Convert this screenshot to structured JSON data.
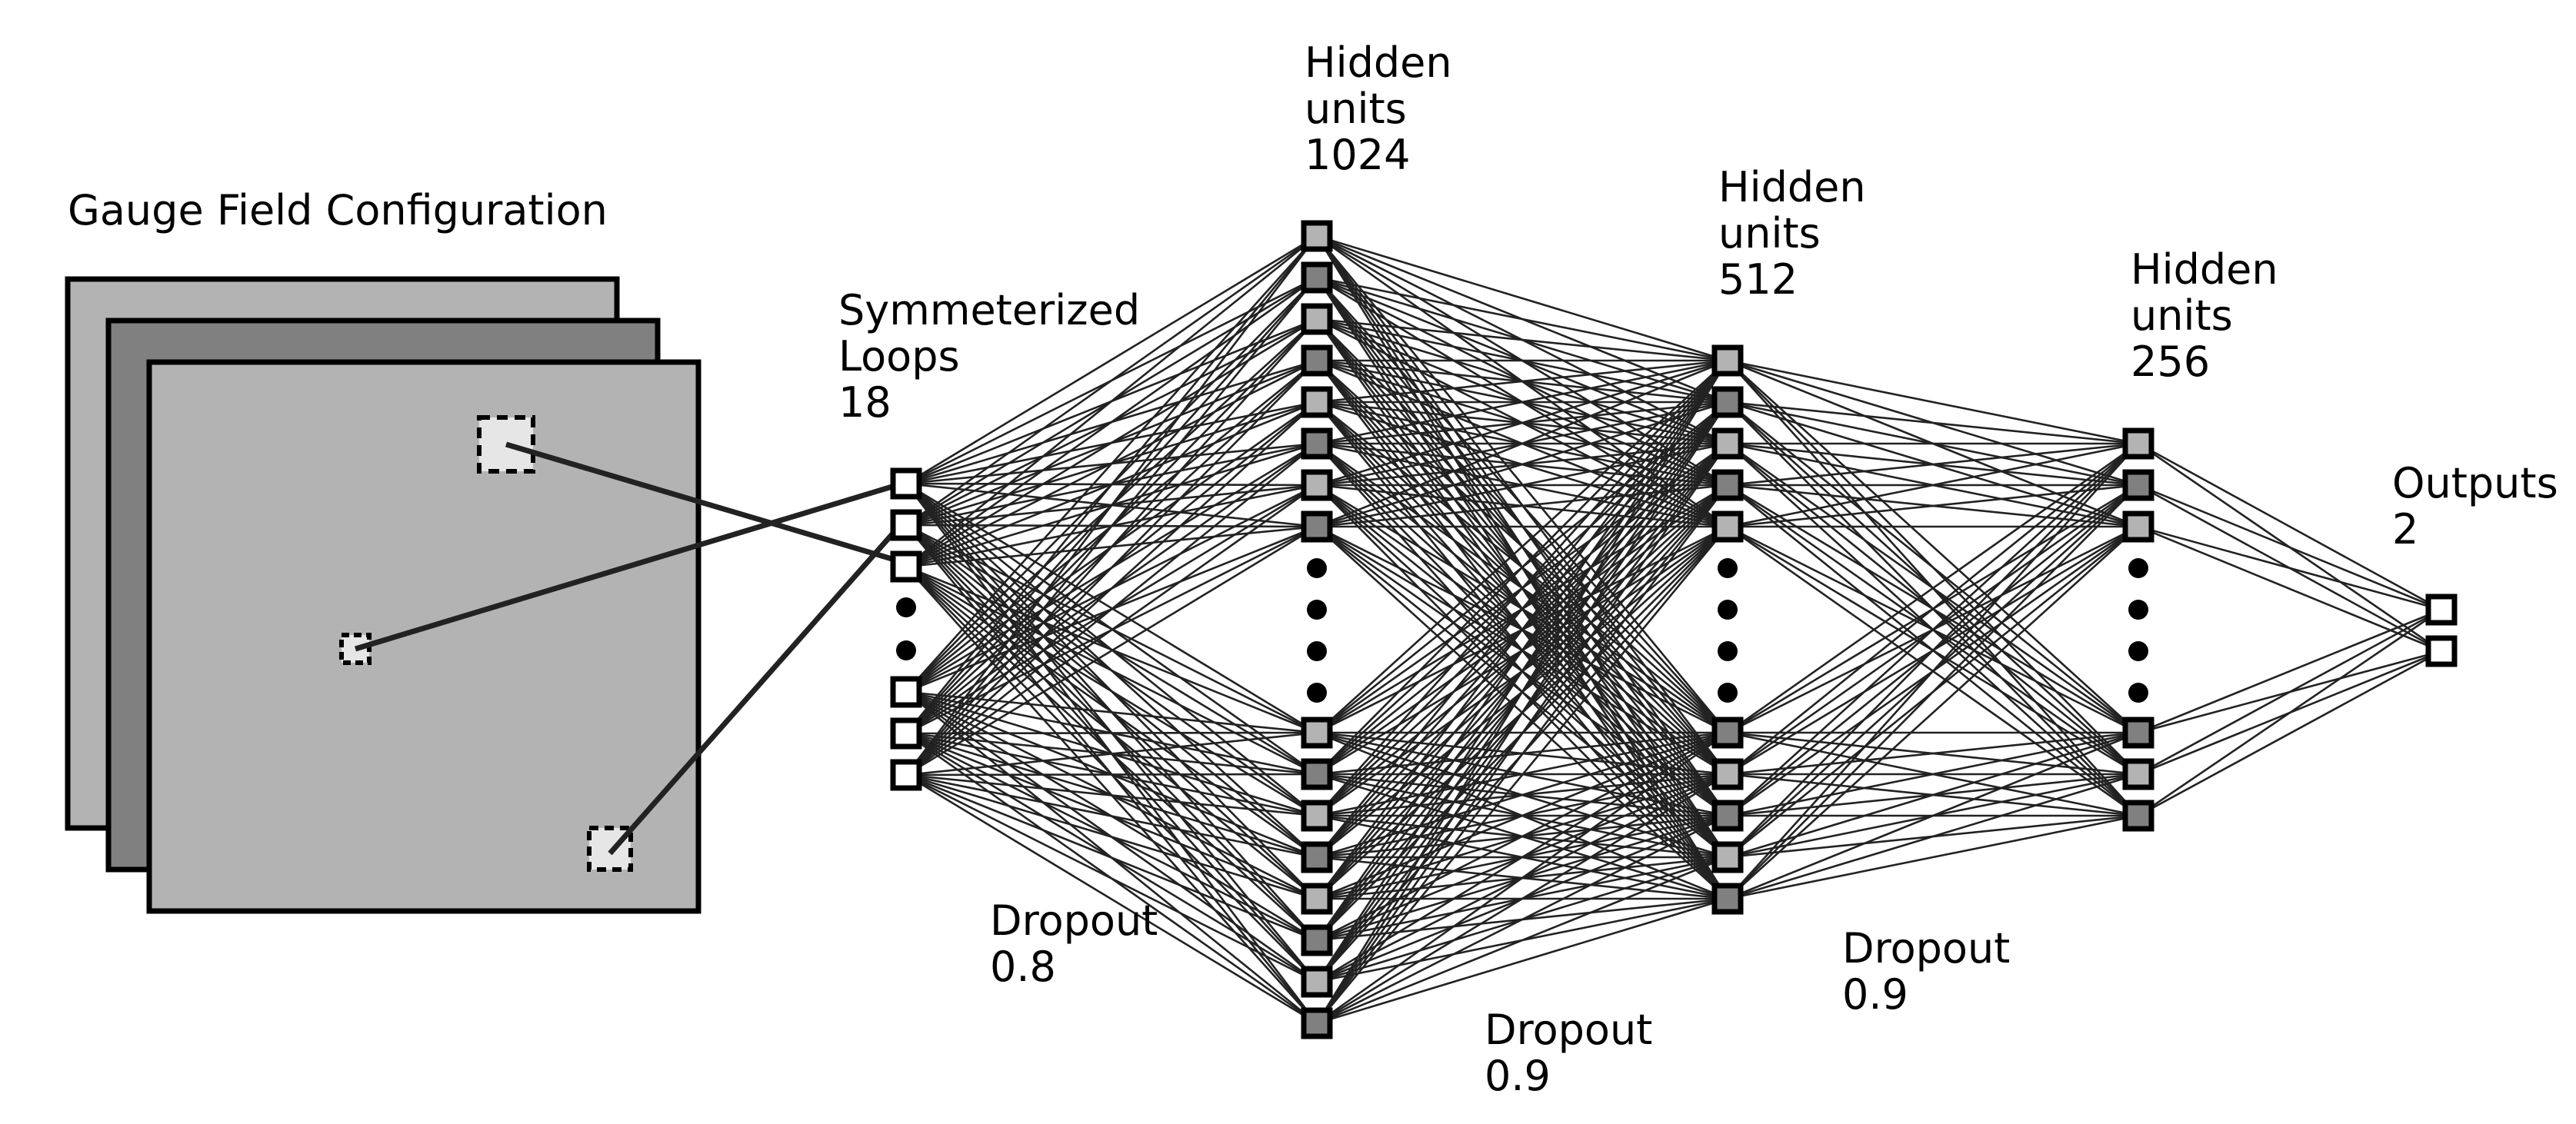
{
  "input": {
    "title": "Gauge Field Configuration",
    "colors": {
      "sheet_back": "#b3b3b3",
      "sheet_middle": "#808080",
      "sheet_front": "#b3b3b3",
      "loop_patch": "#e6e6e6"
    }
  },
  "layers": [
    {
      "id": "loops",
      "label_lines": [
        "Symmeterized",
        "Loops",
        "18"
      ],
      "value": 18,
      "node_colors": [
        "#ffffff"
      ]
    },
    {
      "id": "h1",
      "label_lines": [
        "Hidden",
        "units",
        "1024"
      ],
      "value": 1024,
      "node_colors": [
        "#b3b3b3",
        "#808080"
      ]
    },
    {
      "id": "h2",
      "label_lines": [
        "Hidden",
        "units",
        "512"
      ],
      "value": 512,
      "node_colors": [
        "#b3b3b3",
        "#808080"
      ]
    },
    {
      "id": "h3",
      "label_lines": [
        "Hidden",
        "units",
        "256"
      ],
      "value": 256,
      "node_colors": [
        "#b3b3b3",
        "#808080"
      ]
    },
    {
      "id": "out",
      "label_lines": [
        "Outputs",
        "2"
      ],
      "value": 2,
      "node_colors": [
        "#ffffff"
      ]
    }
  ],
  "dropouts": [
    {
      "between": "loops-h1",
      "lines": [
        "Dropout",
        "0.8"
      ],
      "value": 0.8
    },
    {
      "between": "h1-h2",
      "lines": [
        "Dropout",
        "0.9"
      ],
      "value": 0.9
    },
    {
      "between": "h2-h3",
      "lines": [
        "Dropout",
        "0.9"
      ],
      "value": 0.9
    }
  ],
  "colors": {
    "edge": "#222222",
    "node_stroke": "#000000",
    "background": "#ffffff"
  }
}
